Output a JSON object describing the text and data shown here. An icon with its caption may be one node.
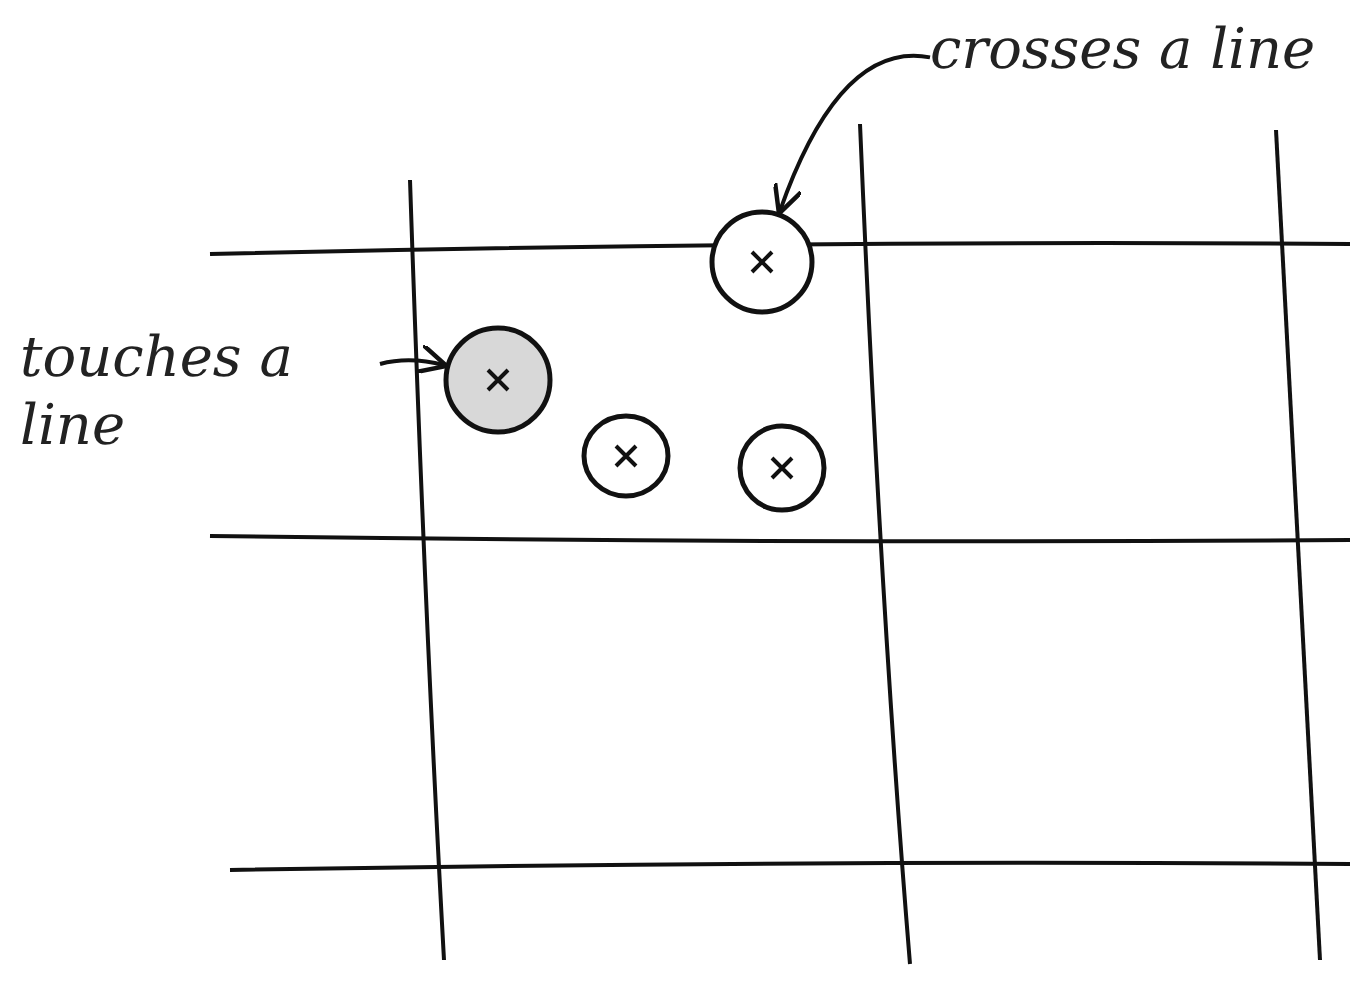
{
  "diagram": {
    "nodes": [
      {
        "text": [
          "crosses a line"
        ]
      },
      {
        "text": [],
        "shape": "circle"
      },
      {
        "text": [
          "touches a line"
        ]
      },
      {
        "text": [],
        "shape": "circle"
      },
      {
        "text": [],
        "shape": "circle"
      },
      {
        "text": [],
        "shape": "circle"
      }
    ],
    "edges": [
      {
        "from": 0,
        "to": 1,
        "arrow": "to"
      },
      {
        "from": 2,
        "to": 3,
        "arrow": "to"
      }
    ]
  }
}
